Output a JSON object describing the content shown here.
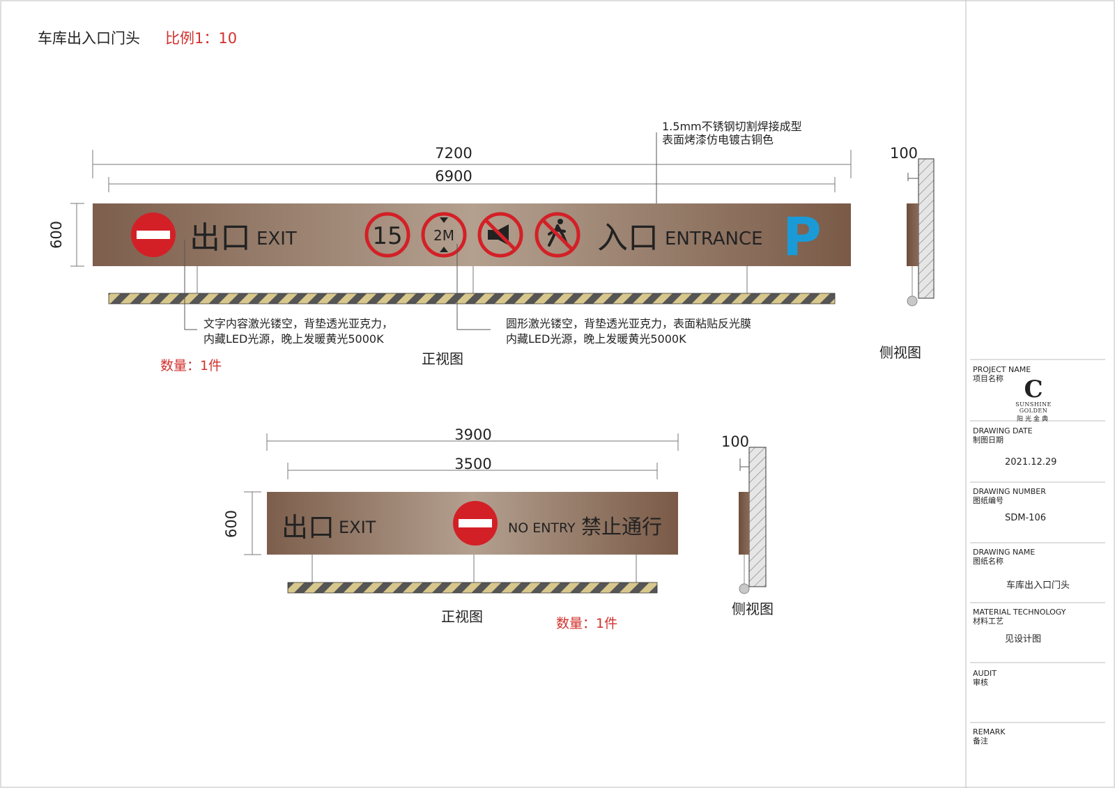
{
  "header": {
    "title": "车库出入口门头",
    "scale": "比例1：10"
  },
  "sign1": {
    "width_outer": "7200",
    "width_inner": "6900",
    "height": "600",
    "side_width": "100",
    "exit_cn": "出口",
    "exit_en": "EXIT",
    "speed_limit": "15",
    "height_limit": "2M",
    "entrance_cn": "入口",
    "entrance_en": "ENTRANCE",
    "parking": "P",
    "material_note_1": "1.5mm不锈钢切割焊接成型",
    "material_note_2": "表面烤漆仿电镀古铜色",
    "text_note_1": "文字内容激光镂空，背垫透光亚克力，",
    "text_note_2": "内藏LED光源，晚上发暖黄光5000K",
    "circle_note_1": "圆形激光镂空，背垫透光亚克力，表面粘贴反光膜",
    "circle_note_2": "内藏LED光源，晚上发暖黄光5000K",
    "view_label": "正视图",
    "side_label": "侧视图",
    "quantity": "数量：1件"
  },
  "sign2": {
    "width_outer": "3900",
    "width_inner": "3500",
    "height": "600",
    "side_width": "100",
    "exit_cn": "出口",
    "exit_en": "EXIT",
    "no_entry_en": "NO ENTRY",
    "no_entry_cn": "禁止通行",
    "view_label": "正视图",
    "side_label": "侧视图",
    "quantity": "数量：1件"
  },
  "title_block": {
    "project_name_en": "PROJECT NAME",
    "project_name_cn": "项目名称",
    "logo_letter": "C",
    "logo_en": "SUNSHINE GOLDEN",
    "logo_cn": "阳光金典",
    "drawing_date_en": "DRAWING DATE",
    "drawing_date_cn": "制图日期",
    "drawing_date": "2021.12.29",
    "drawing_number_en": "DRAWING NUMBER",
    "drawing_number_cn": "图纸编号",
    "drawing_number": "SDM-106",
    "drawing_name_en": "DRAWING NAME",
    "drawing_name_cn": "图纸名称",
    "drawing_name": "车库出入口门头",
    "material_en": "MATERIAL TECHNOLOGY",
    "material_cn": "材料工艺",
    "material": "见设计图",
    "audit_en": "AUDIT",
    "audit_cn": "审核",
    "remark_en": "REMARK",
    "remark_cn": "备注"
  },
  "colors": {
    "bronze": "#8a6a58",
    "bronze_light": "#b09684",
    "sign_red": "#d32027",
    "parking_blue": "#1a9bd7",
    "note_red": "#d0312d"
  }
}
